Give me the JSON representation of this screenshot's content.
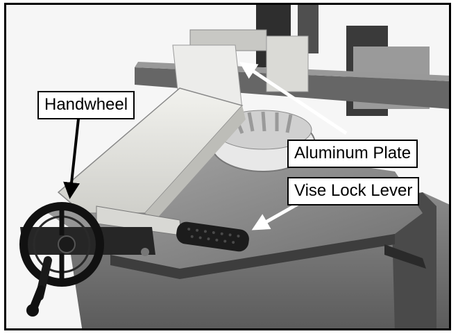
{
  "callouts": {
    "handwheel": "Handwheel",
    "aluminum_plate": "Aluminum Plate",
    "vise_lock_lever": "Vise Lock Lever"
  },
  "colors": {
    "frame_border": "#000000",
    "label_background": "#ffffff",
    "arrow_handwheel": "#000000",
    "arrow_white": "#ffffff"
  }
}
